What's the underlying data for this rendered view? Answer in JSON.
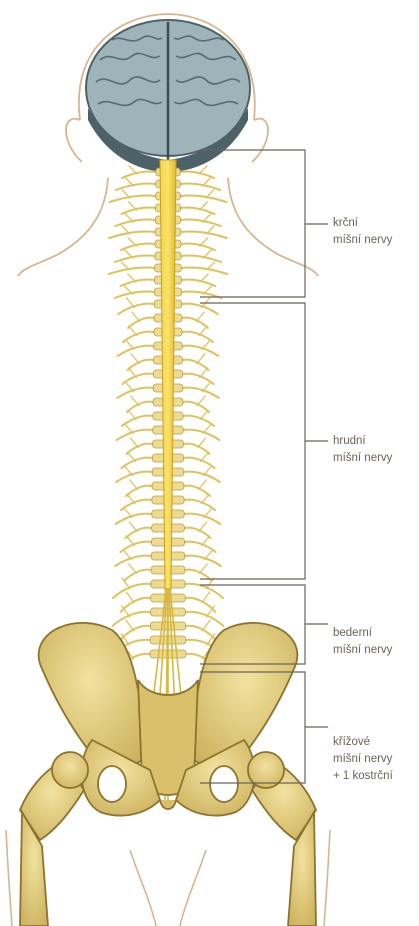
{
  "labels": {
    "cervical": {
      "line1": "krční",
      "line2": "míšní nervy"
    },
    "thoracic": {
      "line1": "hrudní",
      "line2": "míšní nervy"
    },
    "lumbar": {
      "line1": "bederní",
      "line2": "míšní nervy"
    },
    "sacral": {
      "line1": "křížové",
      "line2": "míšní nervy",
      "line3": "+ 1 kostrční"
    }
  },
  "colors": {
    "nerve": "#e8c65a",
    "spinal_cord": "#f2cf33",
    "bone": "#e6d27c",
    "bone_shadow": "#b79c48",
    "brain": "#9fb4b8",
    "brain_dark": "#4d6168",
    "skin_outline": "#d8b590",
    "bracket": "#6b6358"
  }
}
